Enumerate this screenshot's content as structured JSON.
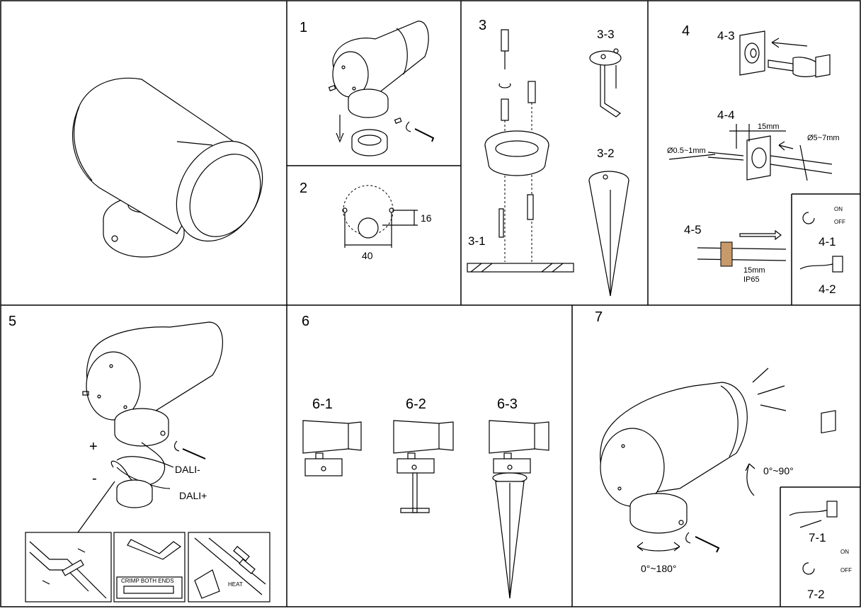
{
  "panels": {
    "p1": {
      "label": "1"
    },
    "p2": {
      "label": "2",
      "dim_width": "40",
      "dim_height": "16"
    },
    "p3": {
      "label": "3",
      "sub_1": "3-1",
      "sub_2": "3-2",
      "sub_3": "3-3"
    },
    "p4": {
      "label": "4",
      "sub_3": "4-3",
      "sub_4": "4-4",
      "sub_5": "4-5",
      "dim_strip": "15mm",
      "dim_wire": "Ø0.5~1mm",
      "dim_cable": "Ø5~7mm",
      "dim_strip_2": "15mm",
      "rating": "IP65"
    },
    "p4side": {
      "sub_1": "4-1",
      "sub_2": "4-2",
      "on": "ON",
      "off": "OFF"
    },
    "p5": {
      "label": "5",
      "plus": "+",
      "minus": "-",
      "dali_minus": "DALI-",
      "dali_plus": "DALI+",
      "crimp": "CRIMP BOTH ENDS",
      "heat": "HEAT"
    },
    "p6": {
      "label": "6",
      "sub_1": "6-1",
      "sub_2": "6-2",
      "sub_3": "6-3"
    },
    "p7": {
      "label": "7",
      "tilt": "0°~90°",
      "rotate": "0°~180°",
      "sub_1": "7-1",
      "sub_2": "7-2",
      "on": "ON",
      "off": "OFF"
    }
  },
  "colors": {
    "line": "#000000",
    "background": "#ffffff",
    "seal": "#c89a6a"
  }
}
